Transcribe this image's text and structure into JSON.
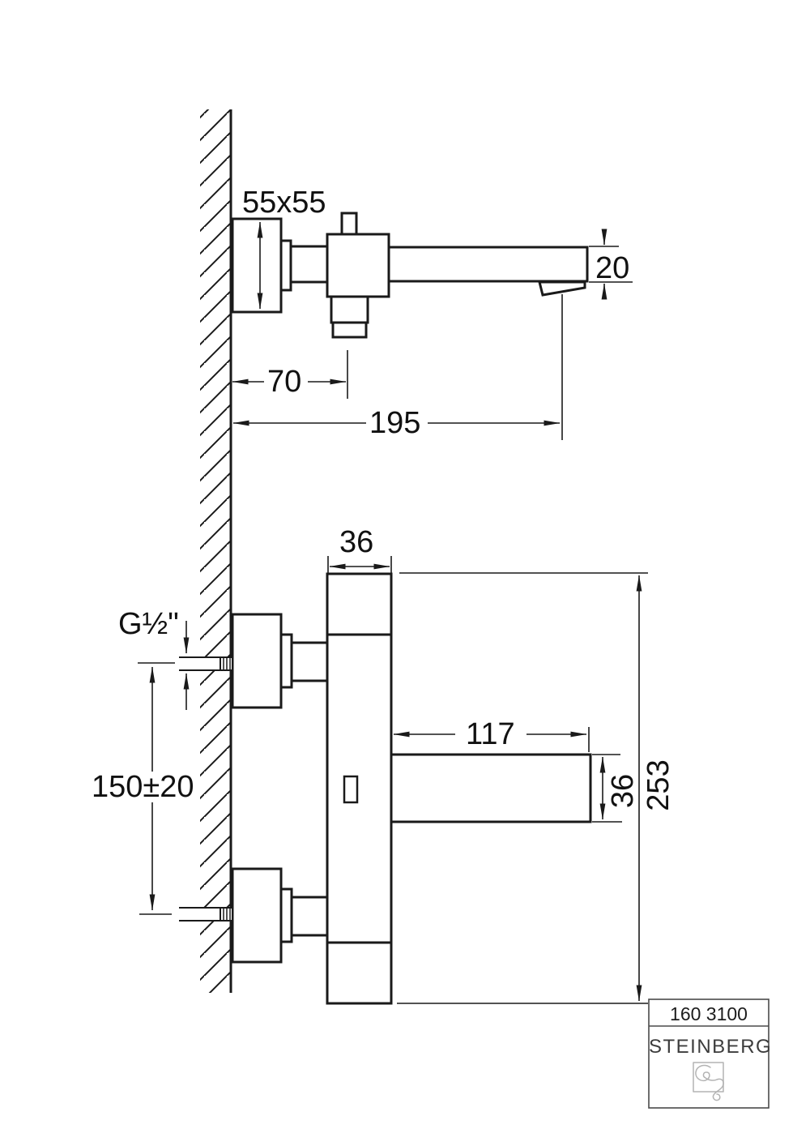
{
  "colors": {
    "line": "#1a1a1a",
    "text": "#111111",
    "background": "#ffffff",
    "title_border": "#4a4a4a",
    "logo_gray": "#b3b3b3"
  },
  "side_view": {
    "escutcheon_size_label": "55x55",
    "spout_height_label": "20",
    "body_offset_label": "70",
    "spout_reach_label": "195"
  },
  "profile_view": {
    "body_width_label": "36",
    "thread_label": "G½\"",
    "inlet_spacing_label": "150±20",
    "spout_length_label": "117",
    "spout_depth_label": "36",
    "total_height_label": "253"
  },
  "title_block": {
    "product_code": "160 3100",
    "brand": "STEINBERG"
  }
}
